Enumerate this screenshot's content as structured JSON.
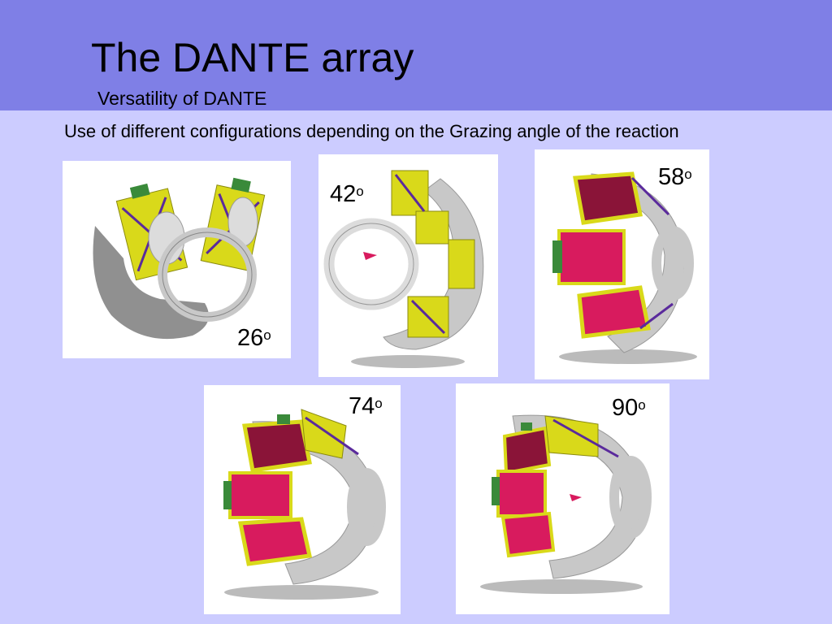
{
  "header": {
    "title": "The DANTE array",
    "subtitle": "Versatility of DANTE"
  },
  "description": "Use of different configurations depending on the Grazing angle of the reaction",
  "configurations": [
    {
      "value": "26",
      "unit": "o"
    },
    {
      "value": "42",
      "unit": "o"
    },
    {
      "value": "58",
      "unit": "o"
    },
    {
      "value": "74",
      "unit": "o"
    },
    {
      "value": "90",
      "unit": "o"
    }
  ],
  "colors": {
    "header_band": "#7f7fe6",
    "background": "#ccccff",
    "detector_yellow": "#d9d91a",
    "detector_magenta": "#d81b5e",
    "detector_maroon": "#8a1438",
    "frame_gray": "#c8c8c8",
    "strut_purple": "#5a2a9c",
    "connector_green": "#3a8a3a"
  }
}
